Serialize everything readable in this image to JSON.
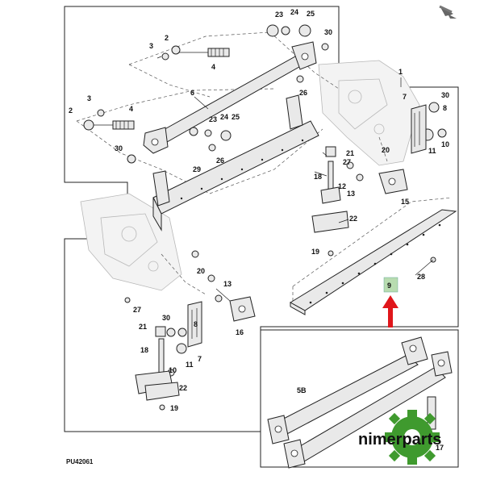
{
  "diagram": {
    "figure_code": "PU42061",
    "brand": "nimerparts",
    "highlight_label": "9",
    "labels": {
      "n1": "1",
      "n2a": "2",
      "n2b": "2",
      "n3a": "3",
      "n3b": "3",
      "n4a": "4",
      "n4b": "4",
      "n5b": "5B",
      "n6": "6",
      "n7a": "7",
      "n7b": "7",
      "n8a": "8",
      "n8b": "8",
      "n10a": "10",
      "n10b": "10",
      "n11a": "11",
      "n11b": "11",
      "n12": "12",
      "n13a": "13",
      "n13b": "13",
      "n15": "15",
      "n16": "16",
      "n17": "17",
      "n18a": "18",
      "n18b": "18",
      "n19a": "19",
      "n19b": "19",
      "n20a": "20",
      "n20b": "20",
      "n21a": "21",
      "n21b": "21",
      "n22a": "22",
      "n22b": "22",
      "n23a": "23",
      "n23b": "23",
      "n24a": "24",
      "n24b": "24",
      "n25a": "25",
      "n25b": "25",
      "n26a": "26",
      "n26b": "26",
      "n27a": "27",
      "n27b": "27",
      "n28": "28",
      "n29": "29",
      "n30a": "30",
      "n30b": "30",
      "n30c": "30",
      "n30d": "30"
    },
    "colors": {
      "arrow": "#e0161b",
      "highlight_box": "#b8dcb0",
      "gear": "#3f9a2e",
      "line": "#222222"
    },
    "icons": [
      "corner-arrow-icon",
      "gear-logo-icon",
      "highlight-arrow-icon"
    ]
  }
}
